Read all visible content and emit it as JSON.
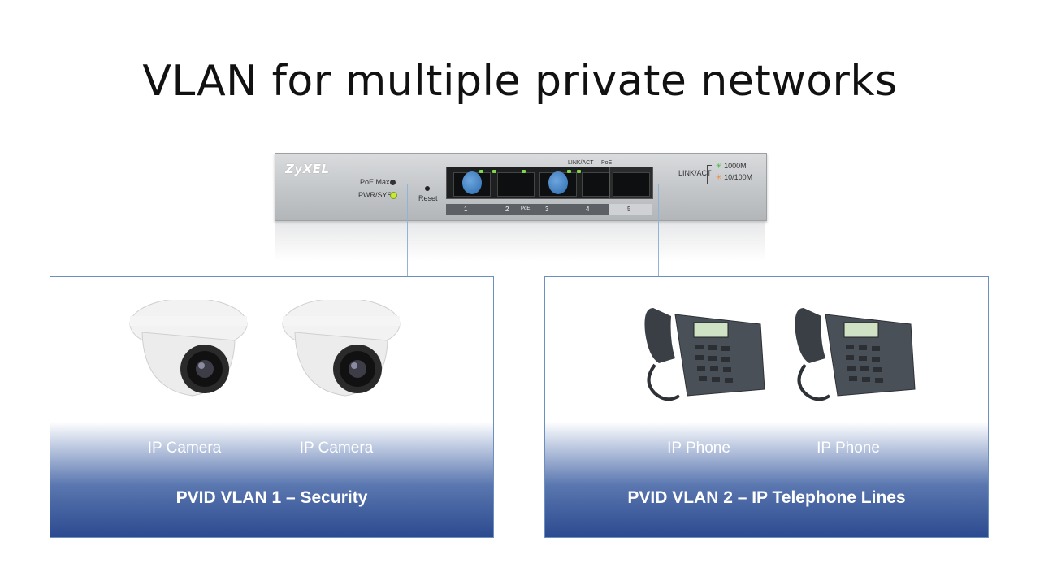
{
  "title": "VLAN for multiple private networks",
  "switch": {
    "brand": "ZyXEL",
    "poe_max": "PoE Max.",
    "pwr_sys": "PWR/SYS",
    "reset": "Reset",
    "link_act_top": "LINK/ACT",
    "poe_top": "PoE",
    "link_act_legend": "LINK/ACT",
    "speed_1000": "1000M",
    "speed_100": "10/100M",
    "ports": [
      "1",
      "2",
      "PoE",
      "3",
      "4",
      "5"
    ]
  },
  "panels": [
    {
      "devices": [
        "IP Camera",
        "IP Camera"
      ],
      "vlan_label": "PVID VLAN 1 – Security"
    },
    {
      "devices": [
        "IP Phone",
        "IP Phone"
      ],
      "vlan_label": "PVID VLAN 2 – IP Telephone Lines"
    }
  ],
  "colors": {
    "panel_border": "#6d8fbf",
    "panel_gradient_dark": "#2c4a8f",
    "wire": "#8fb4d8",
    "plug": "#2b6bb0",
    "led_green": "#7fd84a",
    "led_orange": "#f08a3c"
  },
  "icons": [
    "camera-icon",
    "phone-icon"
  ]
}
